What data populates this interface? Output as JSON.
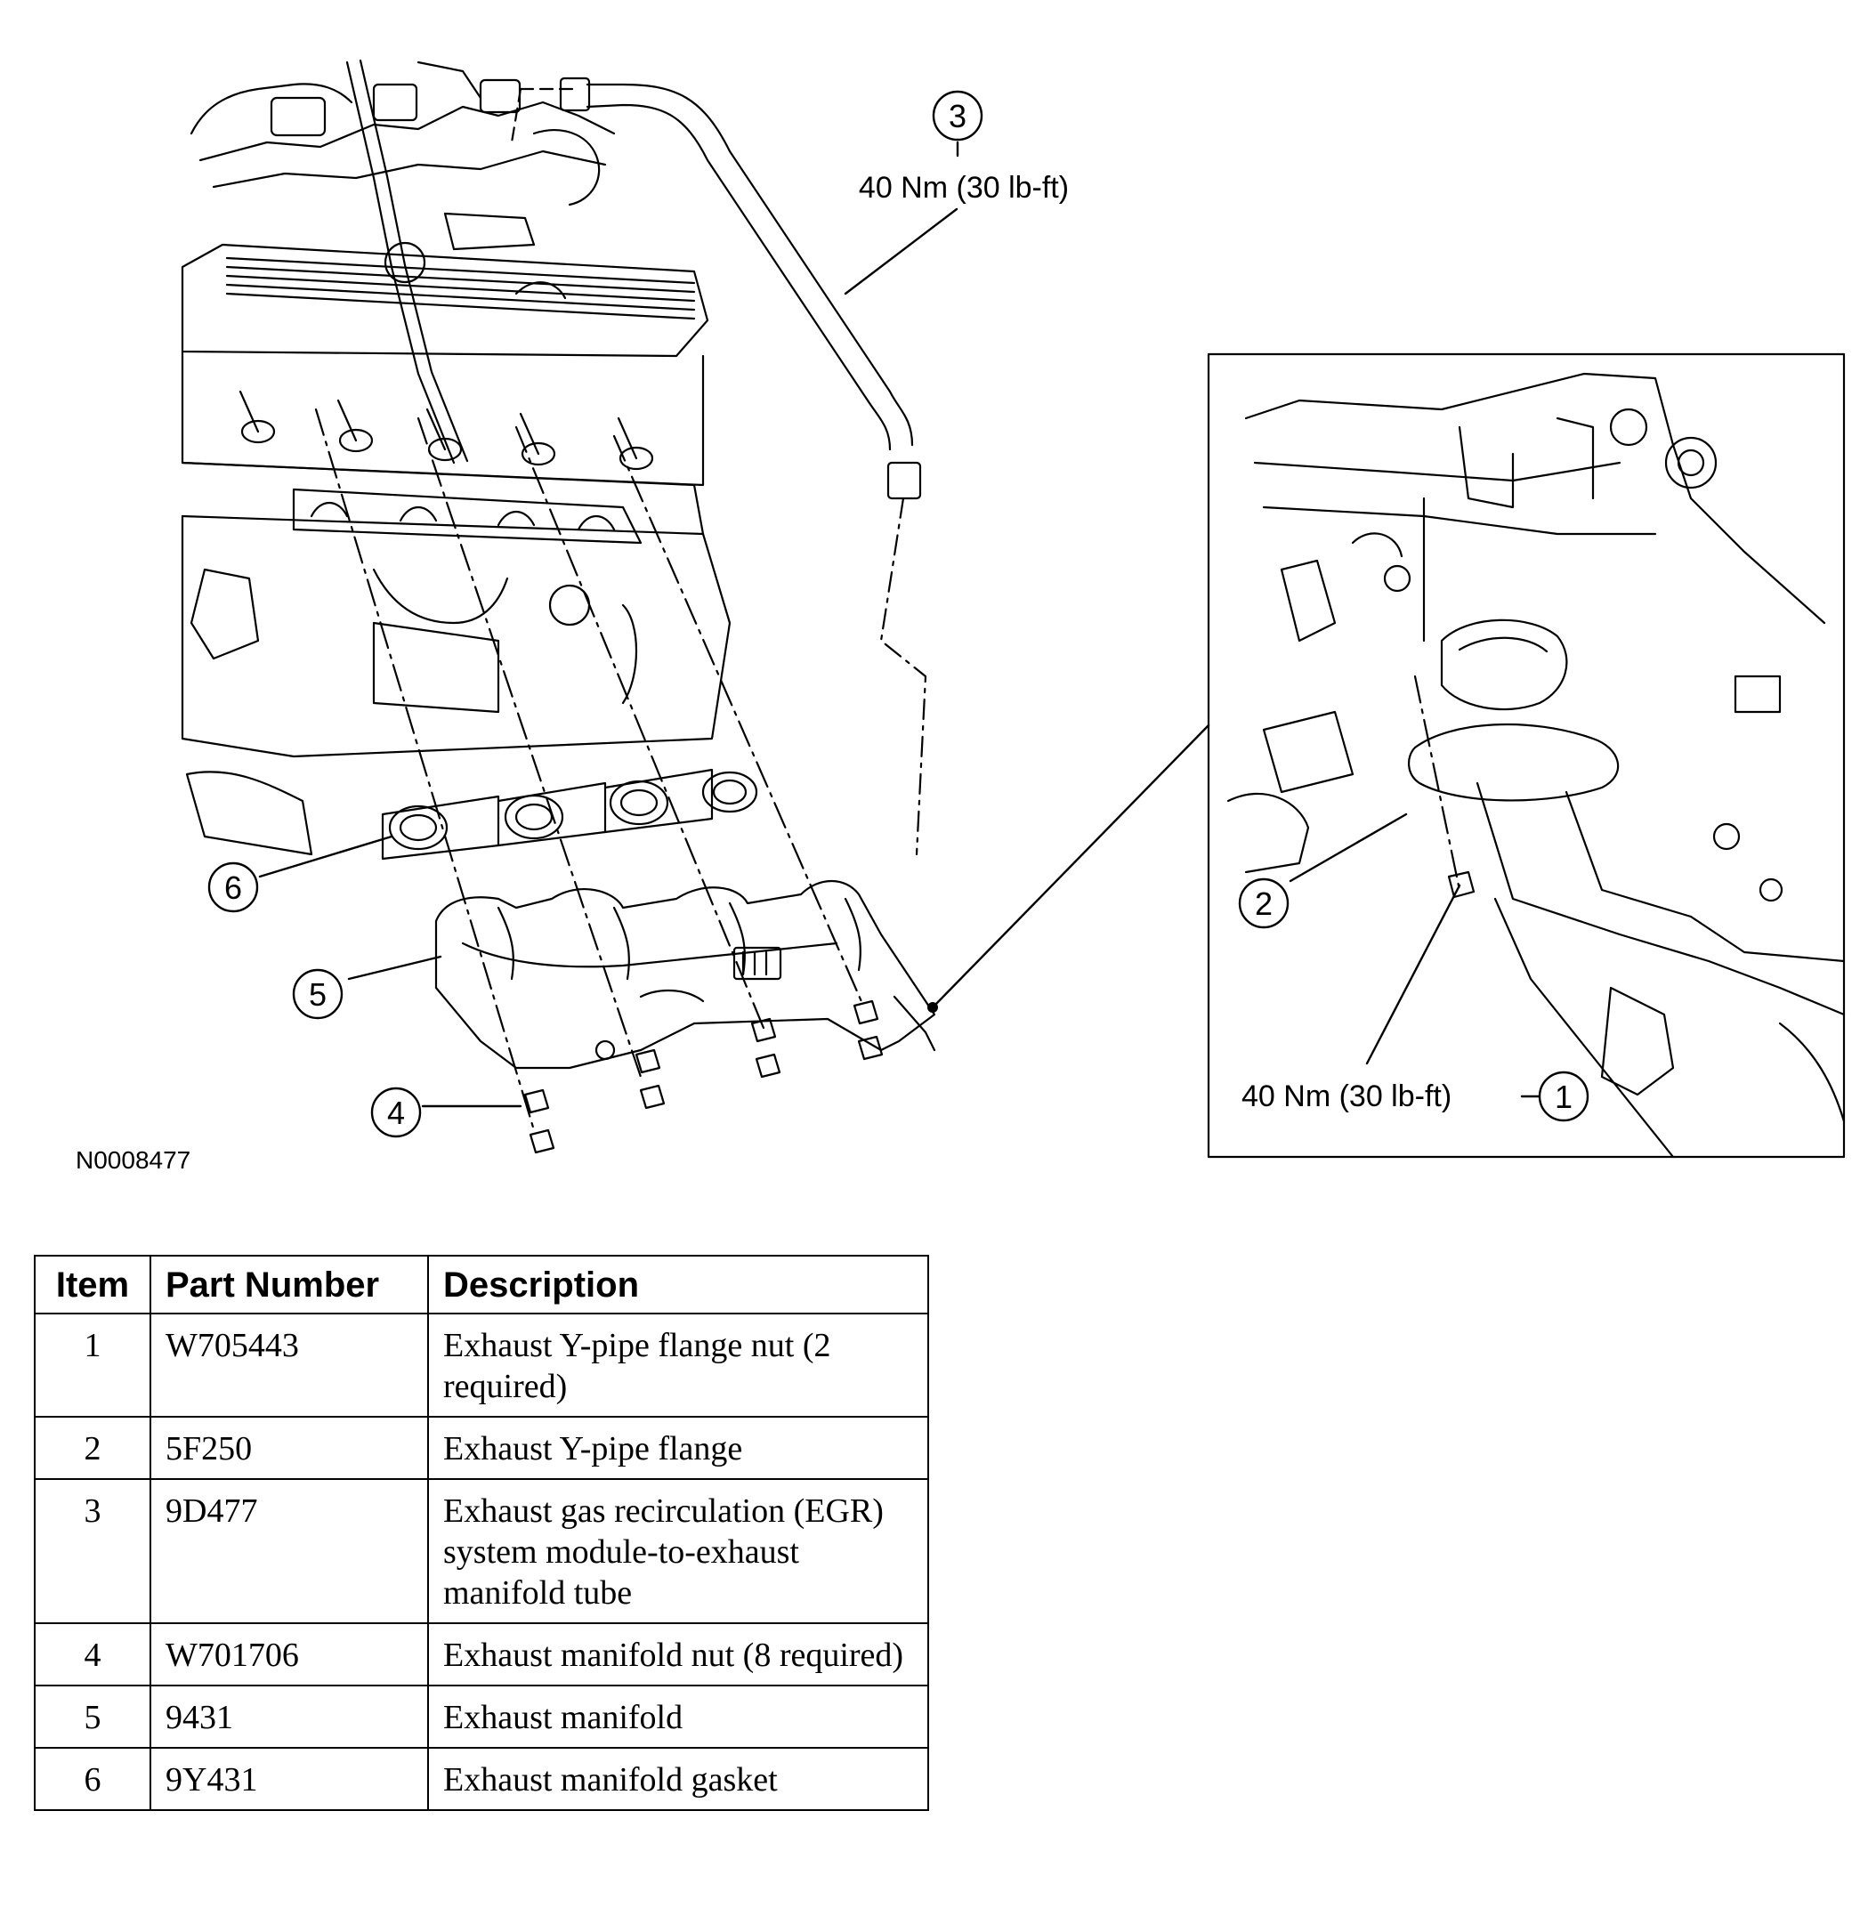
{
  "figure": {
    "id": "N0008477",
    "callouts": [
      {
        "num": "1",
        "torque": "40 Nm (30 lb-ft)"
      },
      {
        "num": "2"
      },
      {
        "num": "3",
        "torque": "40 Nm (30 lb-ft)"
      },
      {
        "num": "4"
      },
      {
        "num": "5"
      },
      {
        "num": "6"
      }
    ]
  },
  "table": {
    "headers": {
      "item": "Item",
      "part_number": "Part Number",
      "description": "Description"
    },
    "rows": [
      {
        "item": "1",
        "part_number": "W705443",
        "description": "Exhaust Y-pipe flange nut (2 required)"
      },
      {
        "item": "2",
        "part_number": "5F250",
        "description": "Exhaust Y-pipe flange"
      },
      {
        "item": "3",
        "part_number": "9D477",
        "description": "Exhaust gas recirculation (EGR) system module-to-exhaust manifold tube"
      },
      {
        "item": "4",
        "part_number": "W701706",
        "description": "Exhaust manifold nut (8 required)"
      },
      {
        "item": "5",
        "part_number": "9431",
        "description": "Exhaust manifold"
      },
      {
        "item": "6",
        "part_number": "9Y431",
        "description": "Exhaust manifold gasket"
      }
    ]
  }
}
